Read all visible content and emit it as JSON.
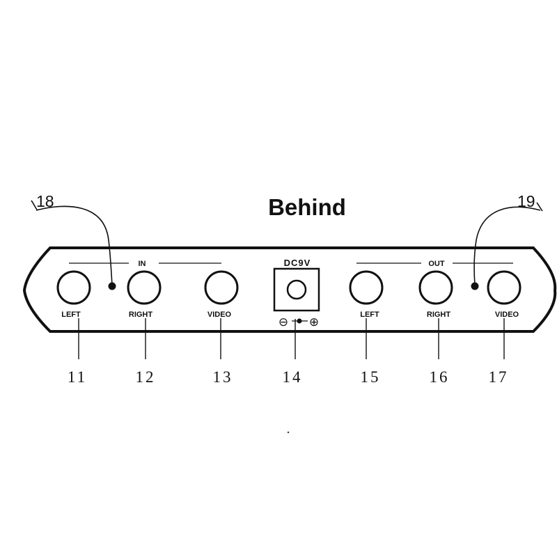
{
  "title": "Behind",
  "callouts": {
    "left": "18",
    "right": "19"
  },
  "groups": {
    "in": "IN",
    "out": "OUT"
  },
  "power": {
    "label": "DC9V",
    "polarity_minus": "⊖",
    "polarity_plus": "⊕"
  },
  "connectors": [
    {
      "label": "LEFT",
      "number": "11"
    },
    {
      "label": "RIGHT",
      "number": "12"
    },
    {
      "label": "VIDEO",
      "number": "13"
    },
    {
      "label": "",
      "number": "14"
    },
    {
      "label": "LEFT",
      "number": "15"
    },
    {
      "label": "RIGHT",
      "number": "16"
    },
    {
      "label": "VIDEO",
      "number": "17"
    }
  ]
}
